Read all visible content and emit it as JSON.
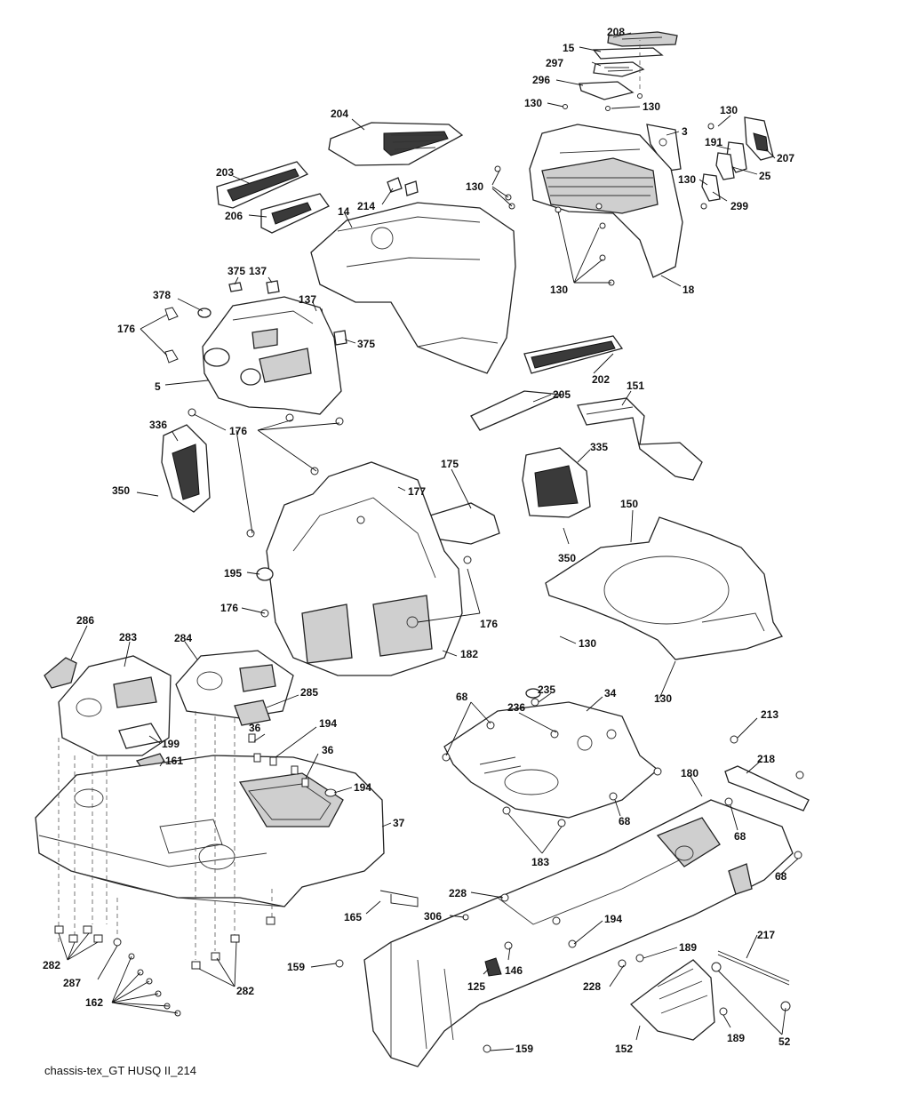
{
  "caption": "chassis-tex_GT HUSQ II_214",
  "callouts": [
    {
      "id": "c208",
      "label": "208"
    },
    {
      "id": "c15",
      "label": "15"
    },
    {
      "id": "c297",
      "label": "297"
    },
    {
      "id": "c296",
      "label": "296"
    },
    {
      "id": "c130a",
      "label": "130"
    },
    {
      "id": "c130b",
      "label": "130"
    },
    {
      "id": "c204",
      "label": "204"
    },
    {
      "id": "c3",
      "label": "3"
    },
    {
      "id": "c130c",
      "label": "130"
    },
    {
      "id": "c191",
      "label": "191"
    },
    {
      "id": "c207",
      "label": "207"
    },
    {
      "id": "c25",
      "label": "25"
    },
    {
      "id": "c130d",
      "label": "130"
    },
    {
      "id": "c299",
      "label": "299"
    },
    {
      "id": "c203",
      "label": "203"
    },
    {
      "id": "c130e",
      "label": "130"
    },
    {
      "id": "c214",
      "label": "214"
    },
    {
      "id": "c14",
      "label": "14"
    },
    {
      "id": "c206",
      "label": "206"
    },
    {
      "id": "c130f",
      "label": "130"
    },
    {
      "id": "c18",
      "label": "18"
    },
    {
      "id": "c375a",
      "label": "375"
    },
    {
      "id": "c137a",
      "label": "137"
    },
    {
      "id": "c378",
      "label": "378"
    },
    {
      "id": "c137b",
      "label": "137"
    },
    {
      "id": "c176a",
      "label": "176"
    },
    {
      "id": "c375b",
      "label": "375"
    },
    {
      "id": "c5",
      "label": "5"
    },
    {
      "id": "c202",
      "label": "202"
    },
    {
      "id": "c151",
      "label": "151"
    },
    {
      "id": "c205",
      "label": "205"
    },
    {
      "id": "c176b",
      "label": "176"
    },
    {
      "id": "c336",
      "label": "336"
    },
    {
      "id": "c175",
      "label": "175"
    },
    {
      "id": "c335",
      "label": "335"
    },
    {
      "id": "c177",
      "label": "177"
    },
    {
      "id": "c350a",
      "label": "350"
    },
    {
      "id": "c150",
      "label": "150"
    },
    {
      "id": "c350b",
      "label": "350"
    },
    {
      "id": "c195",
      "label": "195"
    },
    {
      "id": "c176c",
      "label": "176"
    },
    {
      "id": "c176d",
      "label": "176"
    },
    {
      "id": "c130g",
      "label": "130"
    },
    {
      "id": "c286",
      "label": "286"
    },
    {
      "id": "c283",
      "label": "283"
    },
    {
      "id": "c284",
      "label": "284"
    },
    {
      "id": "c182",
      "label": "182"
    },
    {
      "id": "c285",
      "label": "285"
    },
    {
      "id": "c68a",
      "label": "68"
    },
    {
      "id": "c235",
      "label": "235"
    },
    {
      "id": "c34",
      "label": "34"
    },
    {
      "id": "c236",
      "label": "236"
    },
    {
      "id": "c130h",
      "label": "130"
    },
    {
      "id": "c213",
      "label": "213"
    },
    {
      "id": "c194a",
      "label": "194"
    },
    {
      "id": "c36a",
      "label": "36"
    },
    {
      "id": "c199",
      "label": "199"
    },
    {
      "id": "c36b",
      "label": "36"
    },
    {
      "id": "c161",
      "label": "161"
    },
    {
      "id": "c218",
      "label": "218"
    },
    {
      "id": "c180",
      "label": "180"
    },
    {
      "id": "c194b",
      "label": "194"
    },
    {
      "id": "c68b",
      "label": "68"
    },
    {
      "id": "c68c",
      "label": "68"
    },
    {
      "id": "c37",
      "label": "37"
    },
    {
      "id": "c183",
      "label": "183"
    },
    {
      "id": "c68d",
      "label": "68"
    },
    {
      "id": "c228a",
      "label": "228"
    },
    {
      "id": "c165",
      "label": "165"
    },
    {
      "id": "c306",
      "label": "306"
    },
    {
      "id": "c194c",
      "label": "194"
    },
    {
      "id": "c217",
      "label": "217"
    },
    {
      "id": "c282a",
      "label": "282"
    },
    {
      "id": "c146",
      "label": "146"
    },
    {
      "id": "c189a",
      "label": "189"
    },
    {
      "id": "c159a",
      "label": "159"
    },
    {
      "id": "c287",
      "label": "287"
    },
    {
      "id": "c125",
      "label": "125"
    },
    {
      "id": "c228b",
      "label": "228"
    },
    {
      "id": "c282b",
      "label": "282"
    },
    {
      "id": "c162",
      "label": "162"
    },
    {
      "id": "c189b",
      "label": "189"
    },
    {
      "id": "c52",
      "label": "52"
    },
    {
      "id": "c152",
      "label": "152"
    },
    {
      "id": "c159b",
      "label": "159"
    }
  ]
}
